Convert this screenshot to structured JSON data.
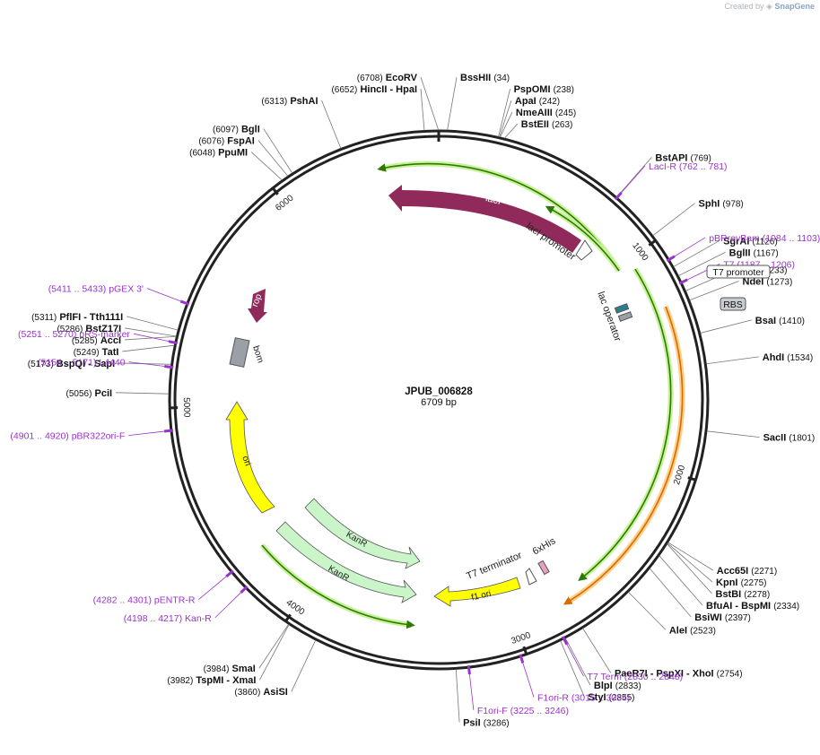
{
  "credit": {
    "prefix": "Created by",
    "brand": "SnapGene"
  },
  "plasmid": {
    "name": "JPUB_006828",
    "length_label": "6709 bp",
    "length": 6709
  },
  "ticks": [
    {
      "pos": 1000,
      "label": "1000"
    },
    {
      "pos": 2000,
      "label": "2000"
    },
    {
      "pos": 3000,
      "label": "3000"
    },
    {
      "pos": 4000,
      "label": "4000"
    },
    {
      "pos": 5000,
      "label": "5000"
    },
    {
      "pos": 6000,
      "label": "6000"
    }
  ],
  "colors": {
    "backbone": "#222222",
    "lacI": "#8f2a5b",
    "rop": "#8f2a5b",
    "bom": "#9aa0a6",
    "ori": "#ffff00",
    "kanR": "#c9f5c9",
    "primer": "#9933cc",
    "orf_green": "#2d7a00",
    "orf_glow": "#c8f29a",
    "orf_orange": "#d76a00",
    "orf_orange_glow": "#ffd08a"
  },
  "sites": [
    {
      "name": "EcoRV",
      "pos": "6708",
      "mark": 6708
    },
    {
      "name": "HincII",
      "extra": "HpaI",
      "pos": "6652",
      "mark": 6652
    },
    {
      "name": "BssHII",
      "pos": "34",
      "mark": 34
    },
    {
      "name": "PspOMI",
      "pos": "238",
      "mark": 238
    },
    {
      "name": "ApaI",
      "pos": "242",
      "mark": 242
    },
    {
      "name": "NmeAIII",
      "pos": "245",
      "mark": 245
    },
    {
      "name": "BstEII",
      "pos": "263",
      "mark": 263
    },
    {
      "name": "PshAI",
      "pos": "6313",
      "mark": 6313
    },
    {
      "name": "BglI",
      "pos": "6097",
      "mark": 6097
    },
    {
      "name": "FspAI",
      "pos": "6076",
      "mark": 6076
    },
    {
      "name": "PpuMI",
      "pos": "6048",
      "mark": 6048
    },
    {
      "name": "BstAPI",
      "pos": "769",
      "mark": 769
    },
    {
      "name": "SphI",
      "pos": "978",
      "mark": 978
    },
    {
      "name": "SgrAI",
      "pos": "1126",
      "mark": 1126
    },
    {
      "name": "BglII",
      "pos": "1167",
      "mark": 1167
    },
    {
      "name": "XbaI",
      "pos": "1233",
      "mark": 1233
    },
    {
      "name": "NdeI",
      "pos": "1273",
      "mark": 1273
    },
    {
      "name": "BsaI",
      "pos": "1410",
      "mark": 1410
    },
    {
      "name": "AhdI",
      "pos": "1534",
      "mark": 1534
    },
    {
      "name": "SacII",
      "pos": "1801",
      "mark": 1801
    },
    {
      "name": "Acc65I",
      "pos": "2271",
      "mark": 2271
    },
    {
      "name": "KpnI",
      "pos": "2275",
      "mark": 2275
    },
    {
      "name": "BstBI",
      "pos": "2278",
      "mark": 2278
    },
    {
      "name": "BfuAI",
      "extra": "BspMI",
      "pos": "2334",
      "mark": 2334
    },
    {
      "name": "BsiWI",
      "pos": "2397",
      "mark": 2397
    },
    {
      "name": "AleI",
      "pos": "2523",
      "mark": 2523
    },
    {
      "name": "PaeR7I",
      "extra": "PspXI",
      "extra2": "XhoI",
      "pos": "2754",
      "mark": 2754
    },
    {
      "name": "BlpI",
      "pos": "2833",
      "mark": 2833
    },
    {
      "name": "StyI",
      "pos": "2855",
      "mark": 2855
    },
    {
      "name": "PsiI",
      "pos": "3286",
      "mark": 3286
    },
    {
      "name": "AsiSI",
      "pos": "3860",
      "mark": 3860
    },
    {
      "name": "TspMI",
      "extra": "XmaI",
      "pos": "3982",
      "mark": 3982
    },
    {
      "name": "SmaI",
      "pos": "3984",
      "mark": 3984
    },
    {
      "name": "PciI",
      "pos": "5056",
      "mark": 5056
    },
    {
      "name": "BspQI",
      "extra": "SapI",
      "pos": "5173",
      "mark": 5173
    },
    {
      "name": "TatI",
      "pos": "5249",
      "mark": 5249
    },
    {
      "name": "AccI",
      "pos": "5285",
      "mark": 5285
    },
    {
      "name": "BstZ17I",
      "pos": "5286",
      "mark": 5286
    },
    {
      "name": "PflFI",
      "extra": "Tth111I",
      "pos": "5311",
      "mark": 5311
    }
  ],
  "primers": [
    {
      "name": "LacI-R",
      "range": "(762 .. 781)",
      "mark": 771
    },
    {
      "name": "pBRrevBam",
      "range": "(1084 .. 1103)",
      "mark": 1093
    },
    {
      "name": "T7",
      "range": "(1187 .. 1206)",
      "mark": 1196
    },
    {
      "name": "T7 Term",
      "range": "(2830 .. 2848)",
      "mark": 2839
    },
    {
      "name": "F1ori-R",
      "range": "(3015 .. 3034)",
      "mark": 3024
    },
    {
      "name": "F1ori-F",
      "range": "(3225 .. 3246)",
      "mark": 3235
    },
    {
      "name": "Kan-R",
      "range": "(4198 .. 4217)",
      "mark": 4207
    },
    {
      "name": "pENTR-R",
      "range": "(4282 .. 4301)",
      "mark": 4291
    },
    {
      "name": "pBR322ori-F",
      "range": "(4901 .. 4920)",
      "mark": 4910
    },
    {
      "name": "L4440",
      "range": "(5154 .. 5171)",
      "mark": 5162
    },
    {
      "name": "pRS-marker",
      "range": "(5251 .. 5270)",
      "mark": 5260
    },
    {
      "name": "pGEX 3'",
      "range": "(5411 .. 5433)",
      "mark": 5422
    }
  ],
  "boxed": [
    {
      "name": "T7 promoter",
      "style": "outline"
    },
    {
      "name": "RBS",
      "style": "grey"
    }
  ],
  "features": [
    {
      "name": "lacI",
      "kind": "gene"
    },
    {
      "name": "lacI promoter",
      "kind": "promoter"
    },
    {
      "name": "lac operator",
      "kind": "operator"
    },
    {
      "name": "rop",
      "kind": "gene"
    },
    {
      "name": "bom",
      "kind": "misc"
    },
    {
      "name": "ori",
      "kind": "origin"
    },
    {
      "name": "KanR",
      "kind": "gene"
    },
    {
      "name": "KanR",
      "kind": "gene"
    },
    {
      "name": "f1 ori",
      "kind": "origin"
    },
    {
      "name": "T7 terminator",
      "kind": "terminator"
    },
    {
      "name": "6xHis",
      "kind": "tag"
    }
  ]
}
